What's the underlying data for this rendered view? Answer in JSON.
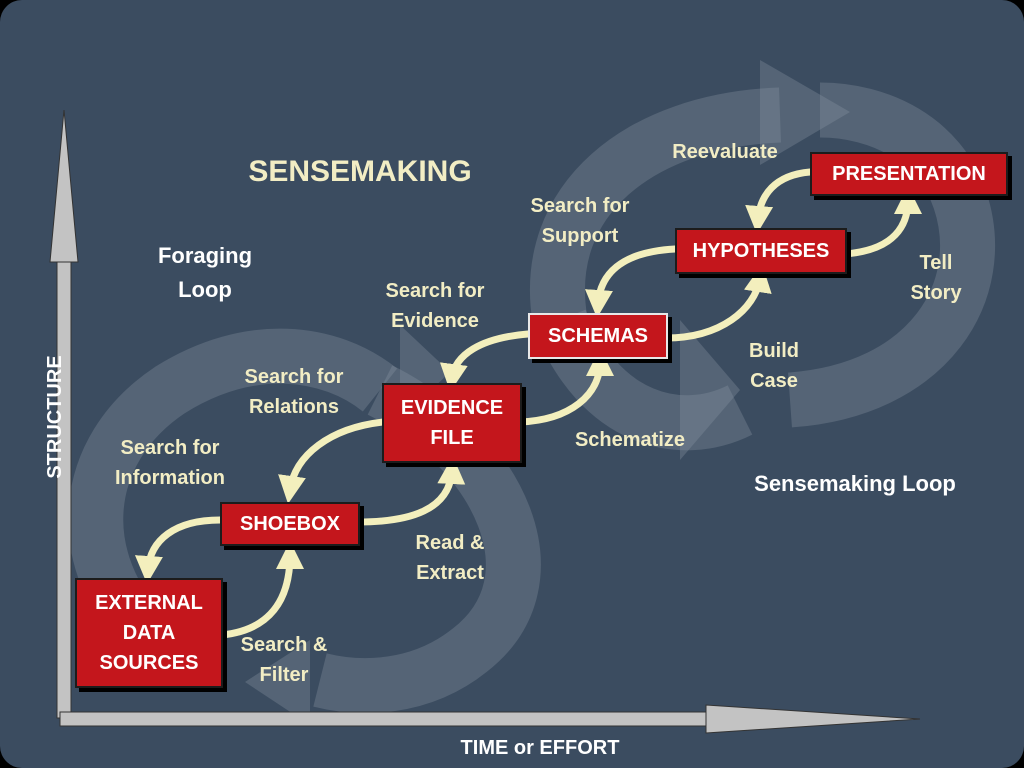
{
  "diagram": {
    "title": "SENSEMAKING",
    "axes": {
      "y_label": "STRUCTURE",
      "x_label": "TIME or EFFORT"
    },
    "loops": {
      "foraging": "Foraging\nLoop",
      "sensemaking": "Sensemaking Loop"
    },
    "nodes": [
      {
        "id": "external",
        "label": "EXTERNAL\nDATA\nSOURCES"
      },
      {
        "id": "shoebox",
        "label": "SHOEBOX"
      },
      {
        "id": "evidence",
        "label": "EVIDENCE\nFILE"
      },
      {
        "id": "schemas",
        "label": "SCHEMAS"
      },
      {
        "id": "hypotheses",
        "label": "HYPOTHESES"
      },
      {
        "id": "presentation",
        "label": "PRESENTATION"
      }
    ],
    "edges": [
      {
        "label": "Search &\nFilter"
      },
      {
        "label": "Search for\nInformation"
      },
      {
        "label": "Read &\nExtract"
      },
      {
        "label": "Search for\nRelations"
      },
      {
        "label": "Schematize"
      },
      {
        "label": "Search for\nEvidence"
      },
      {
        "label": "Build\nCase"
      },
      {
        "label": "Search for\nSupport"
      },
      {
        "label": "Tell\nStory"
      },
      {
        "label": "Reevaluate"
      }
    ],
    "colors": {
      "background": "#3b4c60",
      "node_fill": "#c4161c",
      "arrow": "#f3efbd",
      "edge_text": "#f2edc4",
      "title_text": "#f2edc4",
      "loop_text": "#ffffff"
    }
  }
}
